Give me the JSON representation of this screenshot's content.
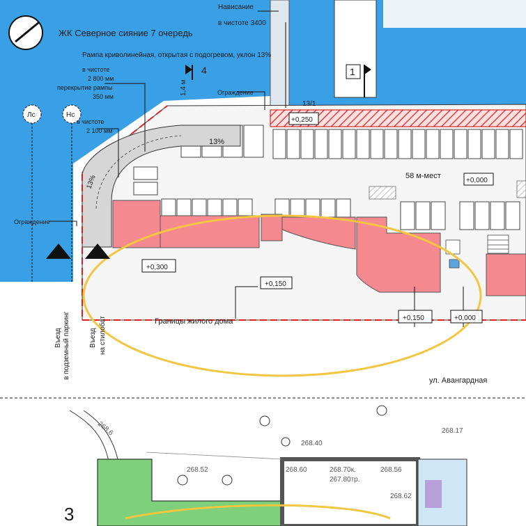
{
  "title": "ЖК Северное сияние 7 очередь",
  "overhang": {
    "line1": "Нависание",
    "line2": "в чистоте 3400"
  },
  "ramp_note": "Рампа криволинейная, открытая с подогревом, уклон 13%",
  "ramp_dims": {
    "l1": "в чистоте",
    "l2": "2 800 мм",
    "l3": "перекрытие рампы",
    "l4": "350 мм"
  },
  "ramp_dims2": {
    "l1": "в чистоте",
    "l2": "2 100 мм"
  },
  "height_14": "1,4 м",
  "section_4": "4",
  "section_1": "1",
  "axis_lc": "Лс",
  "axis_nc": "Нс",
  "fence_top": "Ограждение",
  "fence_left": "Ограждение",
  "mark_13_1": "13/1",
  "slope_13_a": "13%",
  "slope_13_b": "13%",
  "parking_count": "58 м-мест",
  "levels": {
    "l_0250": "+0,250",
    "l_0000_top": "+0,000",
    "l_0300": "+0,300",
    "l_0150_a": "+0,150",
    "l_0150_b": "+0,150",
    "l_0000_bot": "+0,000"
  },
  "boundary_label": "Границы жилого дома",
  "entry_parking": {
    "l1": "Въезд",
    "l2": "в подземный паркинг"
  },
  "entry_stylobate": {
    "l1": "Въезд",
    "l2": "на стилобат"
  },
  "street": "ул. Авангардная",
  "bottom_section": "3",
  "elevations": [
    "268.52",
    "268.60",
    "268.70к.",
    "267.80тр.",
    "268.56",
    "268.62",
    "268.40",
    "268.17",
    "268.6"
  ],
  "colors": {
    "water": "#3aa0e6",
    "commercial": "#f4898f",
    "highlight_ellipse": "#f2c640",
    "boundary": "#e02020",
    "green": "#7fd07a"
  }
}
